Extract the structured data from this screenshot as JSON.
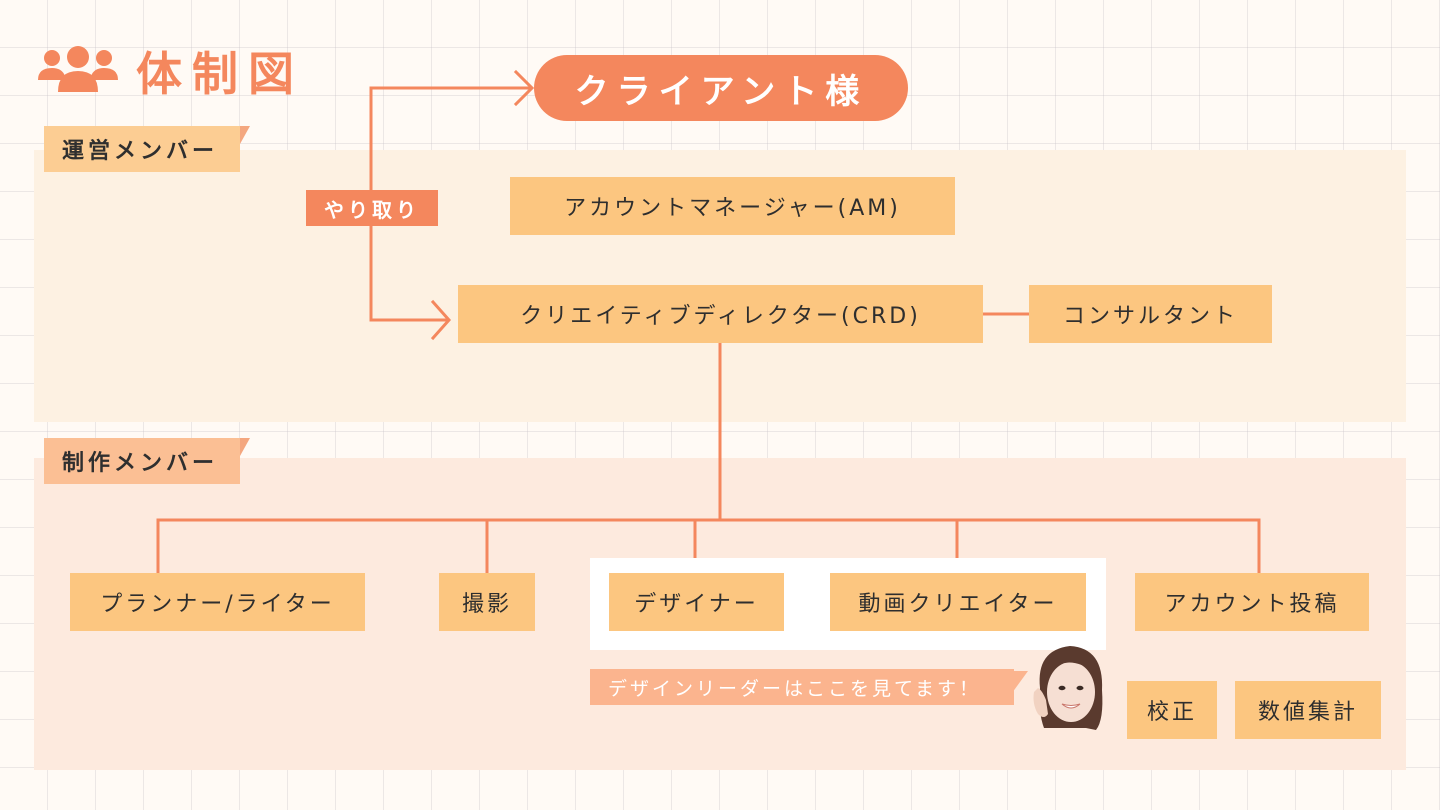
{
  "header": {
    "icon": "people-group-icon",
    "title": "体制図"
  },
  "colors": {
    "accent": "#f4875d",
    "box": "#fcc680",
    "ops_zone": "#fdf1e2",
    "prod_zone": "#fdeade",
    "bubble": "#fbb48e"
  },
  "client": {
    "label": "クライアント様"
  },
  "exchange_label": "やり取り",
  "sections": {
    "operations": {
      "label": "運営メンバー"
    },
    "production": {
      "label": "制作メンバー"
    }
  },
  "operations_roles": {
    "am": "アカウントマネージャー(AM)",
    "crd": "クリエイティブディレクター(CRD)",
    "consultant": "コンサルタント"
  },
  "production_roles": [
    {
      "label": "プランナー/ライター"
    },
    {
      "label": "撮影"
    },
    {
      "label": "デザイナー"
    },
    {
      "label": "動画クリエイター"
    },
    {
      "label": "アカウント投稿"
    }
  ],
  "extra_roles": [
    {
      "label": "校正"
    },
    {
      "label": "数値集計"
    }
  ],
  "callout": {
    "text": "デザインリーダーはここを見てます！",
    "avatar": "design-leader-photo"
  }
}
